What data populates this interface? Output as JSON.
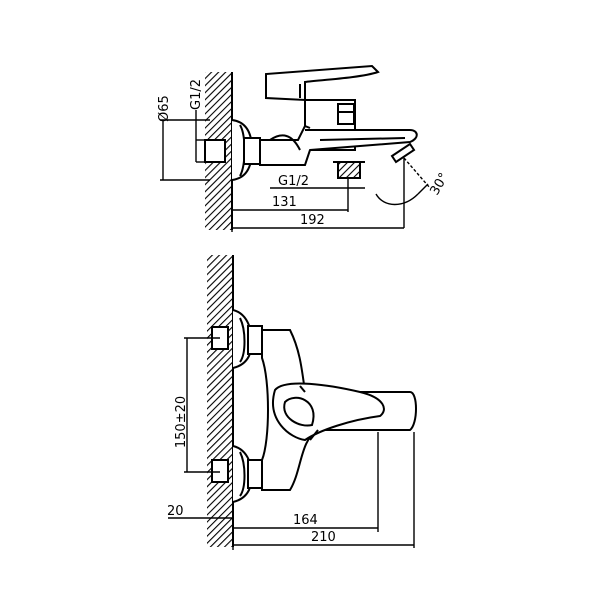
{
  "dimensions": {
    "d65": "Ø65",
    "g12_vertical": "G1/2",
    "g12_horizontal": "G1/2",
    "d131": "131",
    "d192": "192",
    "angle30": "30°",
    "d150": "150±20",
    "d20": "20",
    "d164": "164",
    "d210": "210"
  },
  "colors": {
    "line": "#000000",
    "background": "#ffffff"
  }
}
